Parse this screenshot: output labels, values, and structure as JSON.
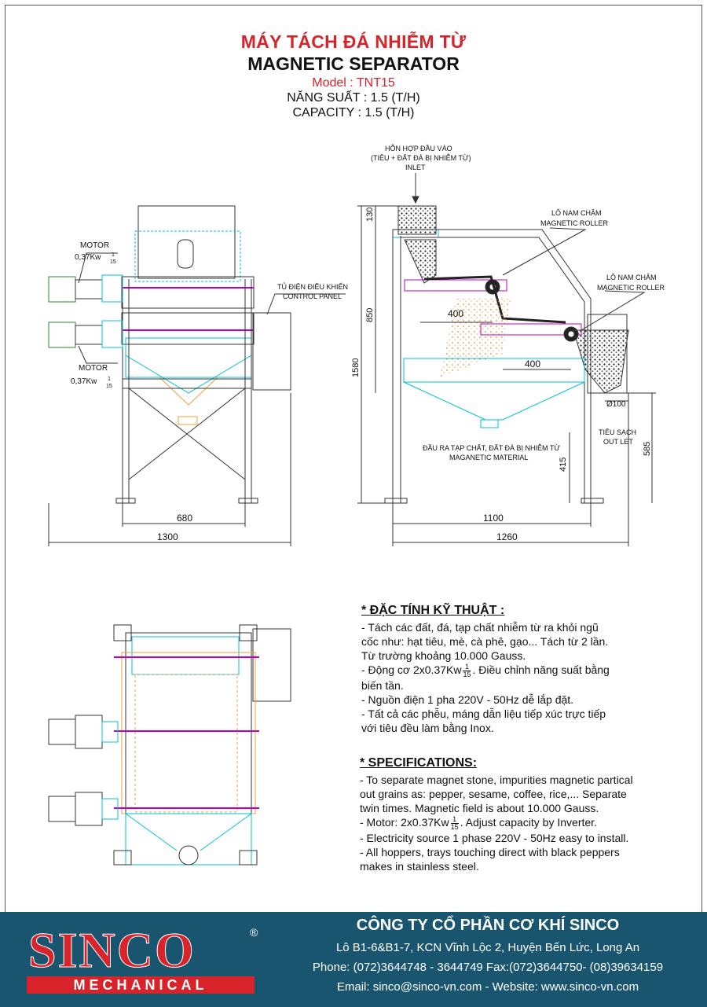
{
  "header": {
    "title_vn": "MÁY TÁCH ĐÁ NHIỄM TỪ",
    "title_en": "MAGNETIC SEPARATOR",
    "model": "Model : TNT15",
    "capacity_vn": "NĂNG SUẤT : 1.5 (T/H)",
    "capacity_en": "CAPACITY : 1.5 (T/H)"
  },
  "front_view": {
    "motor_label_1": "MOTOR",
    "motor_power_1": "0,37Kw",
    "motor_label_2": "MOTOR",
    "motor_power_2": "0,37Kw",
    "ratio_num": "1",
    "ratio_den": "15",
    "control_panel_vn": "TỦ ĐIỆN ĐIỀU KHIỂN",
    "control_panel_en": "CONTROL PANEL",
    "dim_width_inner": "680",
    "dim_width_total": "1300"
  },
  "side_view": {
    "inlet_vn_1": "HỖN HỢP ĐẦU VÀO",
    "inlet_vn_2": "(TIÊU + ĐẤT ĐÁ BỊ NHIỄM TỪ)",
    "inlet_en": "INLET",
    "roller_1_vn": "LÔ NAM CHÂM",
    "roller_1_en": "MAGNETIC ROLLER",
    "roller_2_vn": "LÔ NAM CHÂM",
    "roller_2_en": "MAGNETIC ROLLER",
    "dim_130": "130",
    "dim_850": "850",
    "dim_1580": "1580",
    "dim_400_a": "400",
    "dim_400_b": "400",
    "dim_415": "415",
    "dim_585": "585",
    "dim_phi100": "Ø100",
    "dim_1100": "1100",
    "dim_1260": "1260",
    "outlet_vn": "TIÊU SẠCH",
    "outlet_en": "OUT LET",
    "magnetic_out_vn": "ĐẦU RA TẠP CHẤT, ĐẤT ĐÁ BỊ NHIỄM TỪ",
    "magnetic_out_en": "MAGANETIC MATERIAL"
  },
  "specs_vn": {
    "heading": "* ĐẶC TÍNH KỸ THUẬT :",
    "line1": "- Tách các đất, đá, tạp chất nhiễm từ ra khỏi ngũ",
    "line2": "cốc như: hạt tiêu, mè, cà phê, gạo... Tách từ 2 lần.",
    "line3": "Từ trường khoảng 10.000 Gauss.",
    "line4a": "- Động cơ 2x0.37Kw",
    "line4b": ". Điều chỉnh năng suất bằng",
    "line5": "biến tần.",
    "line6": "- Nguồn điện 1 pha 220V - 50Hz dễ lắp đặt.",
    "line7": "- Tất cả các phễu, máng dẫn liệu tiếp xúc trực tiếp",
    "line8": "với tiêu đều làm bằng Inox."
  },
  "specs_en": {
    "heading": "* SPECIFICATIONS:",
    "line1": "- To separate magnet stone, impurities magnetic partical",
    "line2": "out grains as: pepper, sesame, coffee, rice,... Separate",
    "line3": "twin times. Magnetic field is about 10.000 Gauss.",
    "line4a": "- Motor: 2x0.37Kw",
    "line4b": ". Adjust capacity by Inverter.",
    "line5": "- Electricity source 1 phase 220V - 50Hz easy to install.",
    "line6": "- All hoppers, trays touching direct with black peppers",
    "line7": "makes in stainless steel."
  },
  "footer": {
    "logo_main": "SINCO",
    "logo_reg": "®",
    "logo_sub": "MECHANICAL",
    "company_name": "CÔNG TY CỔ PHẦN CƠ KHÍ SINCO",
    "address": "Lô B1-6&B1-7, KCN Vĩnh Lộc 2, Huyện Bến Lức, Long An",
    "phone": "Phone: (072)3644748 - 3644749  Fax:(072)3644750- (08)39634159",
    "contact": "Email: sinco@sinco-vn.com - Website: www.sinco-vn.com"
  },
  "colors": {
    "accent_red": "#d8232a",
    "footer_bg": "#1a5570",
    "drawing_cyan": "#00c0d8",
    "drawing_orange": "#f0a040",
    "drawing_magenta": "#c000c0"
  }
}
